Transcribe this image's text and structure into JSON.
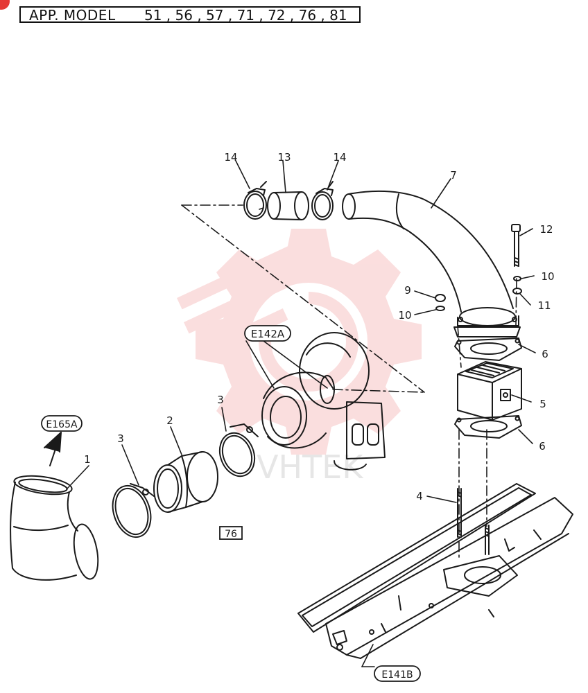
{
  "header": {
    "label": "APP. MODEL",
    "models": "51 , 56 , 57 , 71 , 72 , 76 , 81"
  },
  "references": {
    "turbo": "E142A",
    "elbow": "E165A",
    "manifold": "E141B"
  },
  "model_tag": "76",
  "parts": {
    "p1": "1",
    "p2": "2",
    "p3a": "3",
    "p3b": "3",
    "p4": "4",
    "p5": "5",
    "p6a": "6",
    "p6b": "6",
    "p7": "7",
    "p9": "9",
    "p10a": "10",
    "p10b": "10",
    "p11": "11",
    "p12": "12",
    "p13": "13",
    "p14a": "14",
    "p14b": "14"
  },
  "colors": {
    "ink": "#1a1a1a",
    "accent": "#e53935",
    "watermark": "#f7c9c9"
  }
}
